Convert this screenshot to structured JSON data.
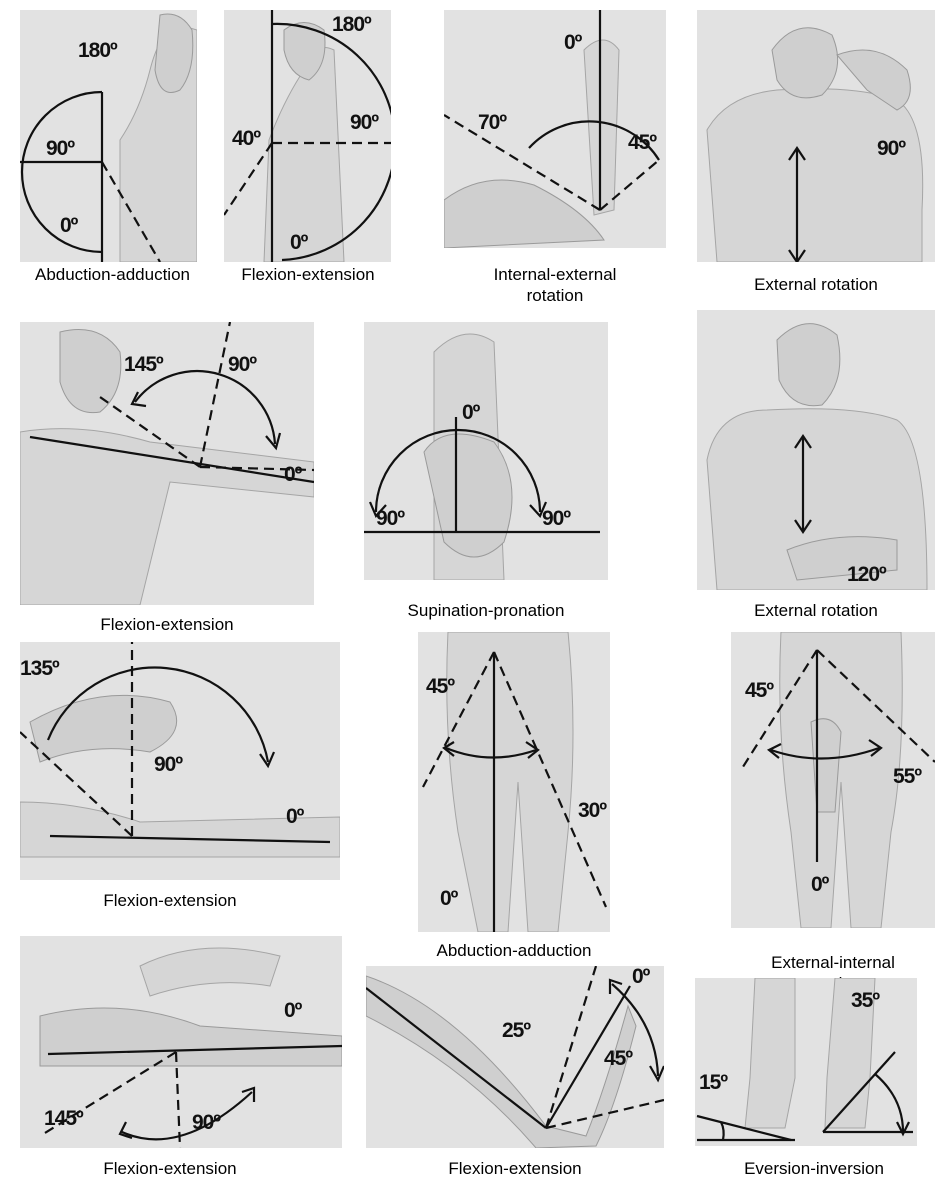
{
  "panels": [
    {
      "caption": "Abduction-adduction",
      "angles": [
        "180º",
        "90º",
        "0º"
      ]
    },
    {
      "caption": "Flexion-extension",
      "angles": [
        "180º",
        "90º",
        "40º",
        "0º"
      ]
    },
    {
      "caption": "Internal-external rotation",
      "caption_lines": [
        "Internal-external",
        "rotation"
      ],
      "angles": [
        "0º",
        "70º",
        "45º"
      ]
    },
    {
      "caption": "External rotation",
      "angles": [
        "90º"
      ]
    },
    {
      "caption": "Flexion-extension",
      "angles": [
        "145º",
        "90º",
        "0º"
      ]
    },
    {
      "caption": "Supination-pronation",
      "angles": [
        "0º",
        "90º",
        "90º"
      ]
    },
    {
      "caption": "External rotation",
      "angles": [
        "120º"
      ]
    },
    {
      "caption": "Flexion-extension",
      "angles": [
        "135º",
        "90º",
        "0º"
      ]
    },
    {
      "caption": "Abduction-adduction",
      "angles": [
        "45º",
        "30º",
        "0º"
      ]
    },
    {
      "caption": "External-internal rotation",
      "caption_lines": [
        "External-internal",
        "rotation"
      ],
      "angles": [
        "45º",
        "55º",
        "0º"
      ]
    },
    {
      "caption": "Flexion-extension",
      "angles": [
        "0º",
        "145º",
        "90º"
      ]
    },
    {
      "caption": "Flexion-extension",
      "angles": [
        "25º",
        "0º",
        "45º"
      ]
    },
    {
      "caption": "Eversion-inversion",
      "angles": [
        "15º",
        "35º"
      ]
    }
  ]
}
